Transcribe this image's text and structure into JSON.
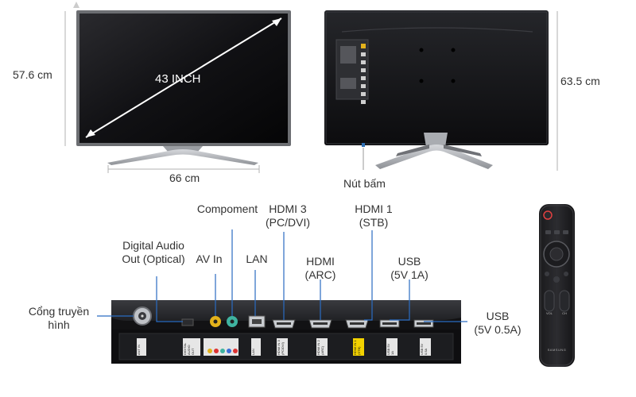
{
  "tv_front": {
    "diagonal_label": "43 INCH",
    "height_label": "57.6 cm",
    "width_label": "66 cm"
  },
  "tv_back": {
    "height_label": "63.5 cm",
    "button_label": "Nút bấm"
  },
  "ports": {
    "antenna": "Cổng truyền\nhình",
    "optical": "Digital Audio\nOut (Optical)",
    "av_in": "AV In",
    "component": "Compoment",
    "lan": "LAN",
    "hdmi3": "HDMI 3\n(PC/DVI)",
    "hdmi_arc": "HDMI\n(ARC)",
    "hdmi1": "HDMI 1\n(STB)",
    "usb1": "USB\n(5V 1A)",
    "usb2": "USB\n(5V 0.5A)"
  },
  "panel_labels": [
    "ANT IN",
    "DIGITAL AUDIO OUT",
    "LAN",
    "HDMI IN 3 (PC/DVI)",
    "HDMI IN 2 (ARC)",
    "HDMI IN 1 (STB)",
    "USB 5V 1A",
    "USB 5V 0.5A"
  ],
  "remote": {
    "brand": "SAMSUNG",
    "vol_label": "VOL",
    "ch_label": "CH"
  }
}
